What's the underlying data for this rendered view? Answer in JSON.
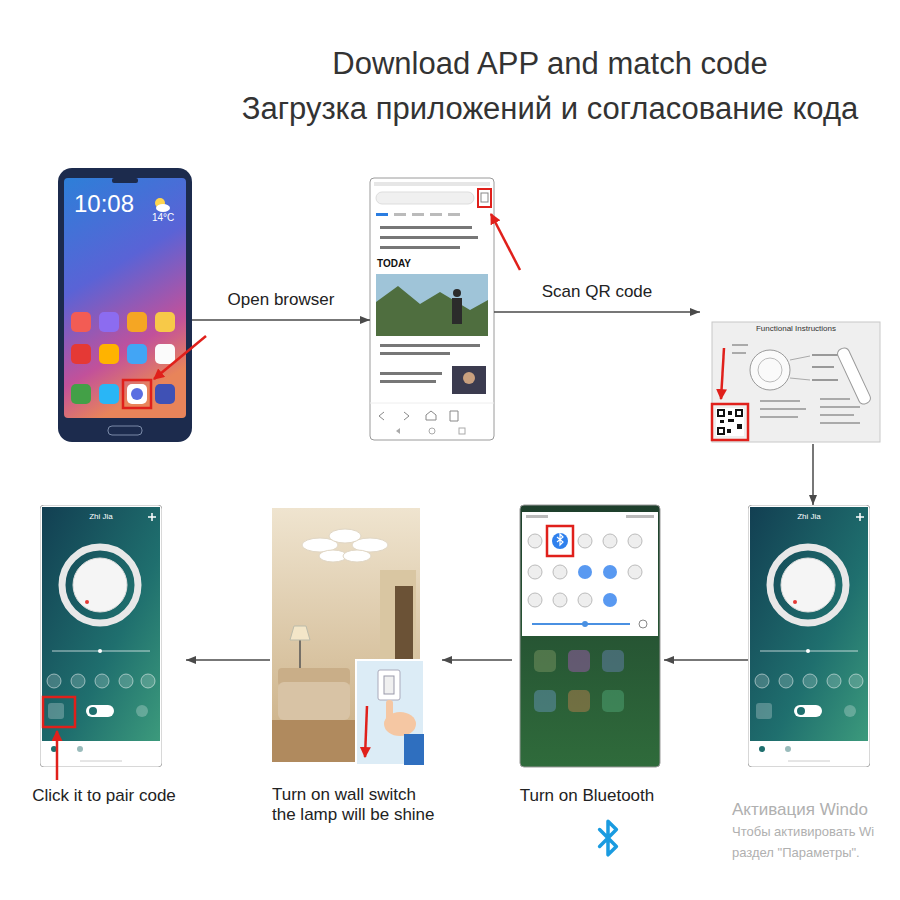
{
  "diagram": {
    "title": "Download APP and match code",
    "nodes": [
      {
        "text": [
          "10:08",
          "14°C"
        ]
      },
      {
        "text": [
          "TODAY"
        ]
      },
      {
        "text": [
          "Functional Instructions"
        ]
      },
      {
        "text": [
          "Zhi Jia"
        ]
      },
      {
        "text": [
          "Turn on Bluetooth"
        ]
      },
      {
        "text": [
          "Turn on wall switch the lamp will be shine"
        ]
      },
      {
        "text": [
          "Zhi Jia",
          "Click it to pair code"
        ]
      }
    ],
    "edges": [
      {
        "from": 0,
        "to": 1,
        "arrow": "to",
        "label": "Open browser"
      },
      {
        "from": 1,
        "to": 2,
        "arrow": "to",
        "label": "Scan QR code"
      },
      {
        "from": 2,
        "to": 3,
        "arrow": "to"
      },
      {
        "from": 3,
        "to": 4,
        "arrow": "to"
      },
      {
        "from": 4,
        "to": 5,
        "arrow": "to"
      },
      {
        "from": 5,
        "to": 6,
        "arrow": "to"
      }
    ],
    "labels": [
      "Загрузка приложений и согласование кода",
      "Активация Windo",
      "Чтобы активировать Wi",
      "раздел \"Параметры\"."
    ]
  }
}
